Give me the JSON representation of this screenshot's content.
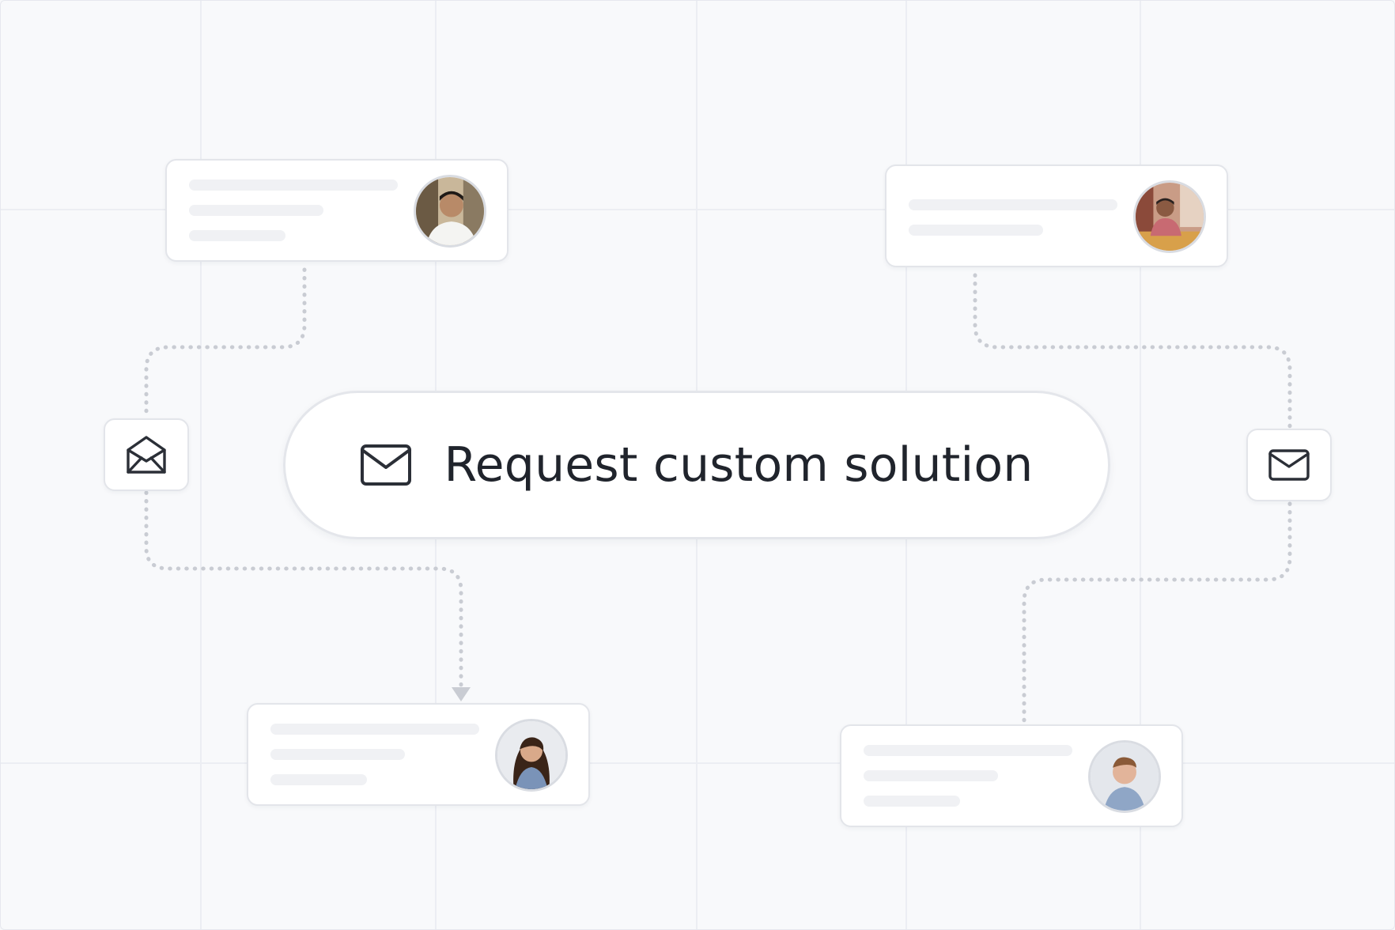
{
  "cta": {
    "label": "Request custom solution",
    "icon": "mail-icon"
  },
  "side_icons": {
    "left": "mail-open-icon",
    "right": "mail-icon"
  },
  "colors": {
    "background": "#f8f9fb",
    "card": "#ffffff",
    "text": "#20242c",
    "icon_stroke": "#2b2f37",
    "connector": "#c9ccd3"
  },
  "profile_cards": [
    {
      "avatar": "person-avatar"
    },
    {
      "avatar": "person-avatar"
    },
    {
      "avatar": "person-avatar"
    },
    {
      "avatar": "person-avatar"
    }
  ]
}
